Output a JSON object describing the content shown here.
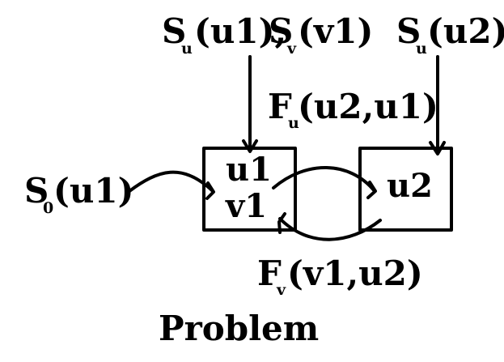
{
  "labels": {
    "top_left": {
      "s1": "S",
      "s1_sub": "u",
      "s1_arg": "(u1),",
      "s2": "S",
      "s2_sub": "v",
      "s2_arg": "(v1)"
    },
    "top_right": {
      "s": "S",
      "sub": "u",
      "arg": "(u2)"
    },
    "fu": {
      "f": "F",
      "sub": "u",
      "arg": "(u2,u1)"
    },
    "s0": {
      "s": "S",
      "sub": "0",
      "arg": "(u1)"
    },
    "fv": {
      "f": "F",
      "sub": "v",
      "arg": "(v1,u2)"
    }
  },
  "box_left": {
    "line1": "u1",
    "line2": "v1"
  },
  "box_right": {
    "line1": "u2"
  },
  "caption": "Problem"
}
